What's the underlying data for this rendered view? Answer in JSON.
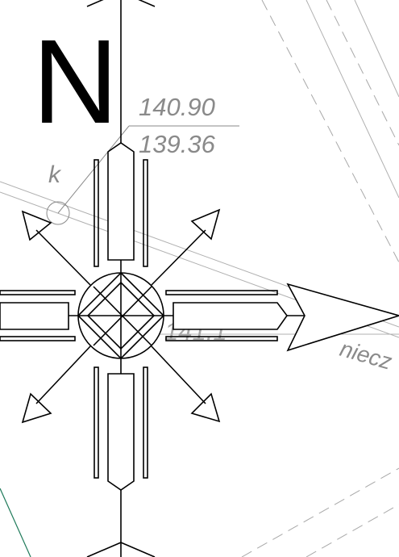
{
  "compass": {
    "north_letter": "N"
  },
  "elevations": {
    "upper": "140.90",
    "lower": "139.36",
    "center_partial": "141.1"
  },
  "labels": {
    "k": "k",
    "street_partial": "niecz"
  },
  "colors": {
    "ink": "#000000",
    "annotation_gray": "#8a8a8a",
    "line_gray": "#a8a8a8",
    "green_line": "#1f7a5a"
  }
}
